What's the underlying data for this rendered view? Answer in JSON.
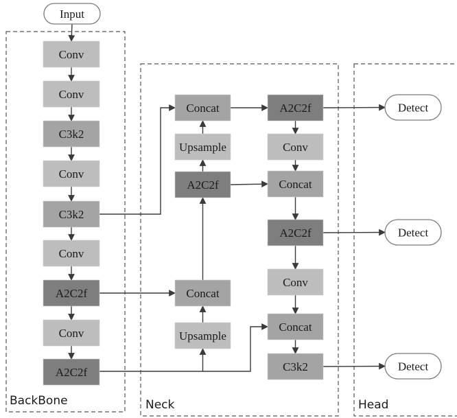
{
  "palette": {
    "light": "#bdbdbd",
    "medium": "#a4a4a4",
    "dark": "#7e7e7e",
    "edge": "#3a3a3a"
  },
  "groups": [
    {
      "id": "backbone",
      "label": "BackBone"
    },
    {
      "id": "neck",
      "label": "Neck"
    },
    {
      "id": "head",
      "label": "Head"
    }
  ],
  "nodes": [
    {
      "id": "input",
      "label": "Input",
      "shape": "pill",
      "group": "none"
    },
    {
      "id": "b1",
      "label": "Conv",
      "shade": "light",
      "group": "backbone"
    },
    {
      "id": "b2",
      "label": "Conv",
      "shade": "light",
      "group": "backbone"
    },
    {
      "id": "b3",
      "label": "C3k2",
      "shade": "medium",
      "group": "backbone"
    },
    {
      "id": "b4",
      "label": "Conv",
      "shade": "light",
      "group": "backbone"
    },
    {
      "id": "b5",
      "label": "C3k2",
      "shade": "medium",
      "group": "backbone"
    },
    {
      "id": "b6",
      "label": "Conv",
      "shade": "light",
      "group": "backbone"
    },
    {
      "id": "b7",
      "label": "A2C2f",
      "shade": "dark",
      "group": "backbone"
    },
    {
      "id": "b8",
      "label": "Conv",
      "shade": "light",
      "group": "backbone"
    },
    {
      "id": "b9",
      "label": "A2C2f",
      "shade": "dark",
      "group": "backbone"
    },
    {
      "id": "n1",
      "label": "Concat",
      "shade": "medium",
      "group": "neck"
    },
    {
      "id": "n2",
      "label": "Upsample",
      "shade": "light",
      "group": "neck"
    },
    {
      "id": "n3",
      "label": "A2C2f",
      "shade": "dark",
      "group": "neck"
    },
    {
      "id": "n4",
      "label": "Concat",
      "shade": "medium",
      "group": "neck"
    },
    {
      "id": "n5",
      "label": "Upsample",
      "shade": "light",
      "group": "neck"
    },
    {
      "id": "m1",
      "label": "A2C2f",
      "shade": "dark",
      "group": "neck"
    },
    {
      "id": "m2",
      "label": "Conv",
      "shade": "light",
      "group": "neck"
    },
    {
      "id": "m3",
      "label": "Concat",
      "shade": "medium",
      "group": "neck"
    },
    {
      "id": "m4",
      "label": "A2C2f",
      "shade": "dark",
      "group": "neck"
    },
    {
      "id": "m5",
      "label": "Conv",
      "shade": "light",
      "group": "neck"
    },
    {
      "id": "m6",
      "label": "Concat",
      "shade": "medium",
      "group": "neck"
    },
    {
      "id": "m7",
      "label": "C3k2",
      "shade": "medium",
      "group": "neck"
    },
    {
      "id": "d1",
      "label": "Detect",
      "shape": "pill",
      "group": "head"
    },
    {
      "id": "d2",
      "label": "Detect",
      "shape": "pill",
      "group": "head"
    },
    {
      "id": "d3",
      "label": "Detect",
      "shape": "pill",
      "group": "head"
    }
  ],
  "edges": [
    [
      "input",
      "b1"
    ],
    [
      "b1",
      "b2"
    ],
    [
      "b2",
      "b3"
    ],
    [
      "b3",
      "b4"
    ],
    [
      "b4",
      "b5"
    ],
    [
      "b5",
      "b6"
    ],
    [
      "b6",
      "b7"
    ],
    [
      "b7",
      "b8"
    ],
    [
      "b8",
      "b9"
    ],
    [
      "b5",
      "n1"
    ],
    [
      "b7",
      "n4"
    ],
    [
      "b9",
      "n5"
    ],
    [
      "b9",
      "m6"
    ],
    [
      "n5",
      "n4"
    ],
    [
      "n4",
      "n3"
    ],
    [
      "n3",
      "n2"
    ],
    [
      "n2",
      "n1"
    ],
    [
      "n1",
      "m1"
    ],
    [
      "n3",
      "m3"
    ],
    [
      "m1",
      "m2"
    ],
    [
      "m2",
      "m3"
    ],
    [
      "m3",
      "m4"
    ],
    [
      "m4",
      "m5"
    ],
    [
      "m5",
      "m6"
    ],
    [
      "m6",
      "m7"
    ],
    [
      "m1",
      "d1"
    ],
    [
      "m4",
      "d2"
    ],
    [
      "m7",
      "d3"
    ]
  ]
}
